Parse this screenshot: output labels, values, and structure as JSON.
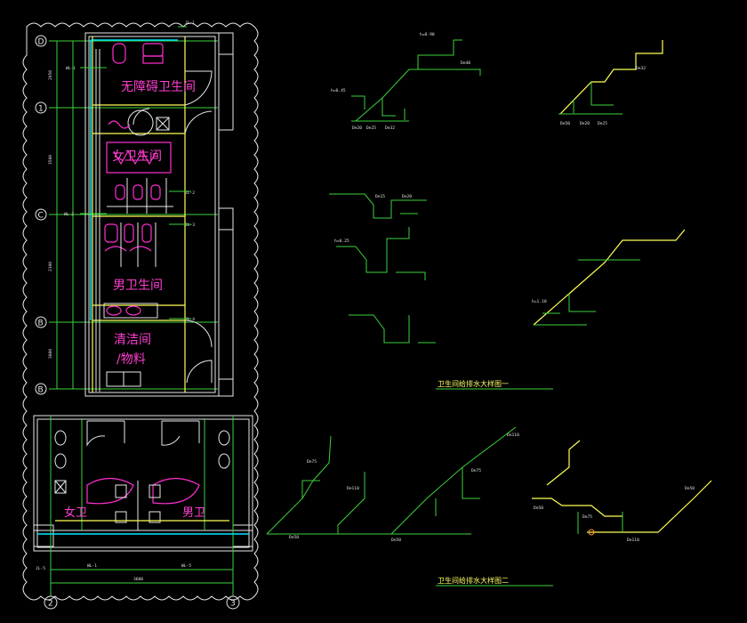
{
  "rooms": {
    "accessible": "无障碍卫生间",
    "women": "女卫生间",
    "men": "男卫生间",
    "cleaning_line1": "清洁间",
    "cleaning_line2": "/物料",
    "lower_women": "女卫",
    "lower_men": "男卫"
  },
  "axes": {
    "D": "D",
    "one": "1",
    "C": "C",
    "B_half": "B",
    "B": "B",
    "two": "2",
    "three": "3"
  },
  "dims": {
    "d1": "2050",
    "d2": "3500",
    "d3": "2100",
    "d4": "3000",
    "d5": "3600"
  },
  "pipe_tags": {
    "jl1": "JL-1",
    "wl1": "WL-1",
    "jl2": "JL-2",
    "wl2": "WL-2",
    "jl3": "JL-3",
    "jl4": "JL-4",
    "jl5": "JL-5",
    "wl1b": "WL-1",
    "wl5": "WL-5"
  },
  "iso_labels": {
    "a1": "De20",
    "a2": "De25",
    "a3": "De32",
    "a4": "De40",
    "a5": "De50",
    "a6": "De20",
    "a7": "De25",
    "a8": "De32",
    "a9": "De15",
    "a10": "De20",
    "b1": "De50",
    "b2": "De75",
    "b3": "De110",
    "b4": "De50",
    "b5": "De75",
    "b6": "De110",
    "b7": "De50",
    "b8": "De75",
    "b9": "De110",
    "b10": "De50",
    "h1": "h=0.45",
    "h2": "h=0.90",
    "h3": "h=0.25",
    "h4": "h=1.10"
  },
  "captions": {
    "supply": "卫生间给排水大样图一",
    "drainage": "卫生间给排水大样图二"
  },
  "colors": {
    "room_text": "#ff3fd0",
    "grid": "#3cd23c",
    "wall": "#e8e8e8",
    "fixture": "#ff2fd0",
    "pipe_cyan": "#00e5ff",
    "caption": "#ffff66",
    "revision_cloud": "#e8e8e8"
  }
}
